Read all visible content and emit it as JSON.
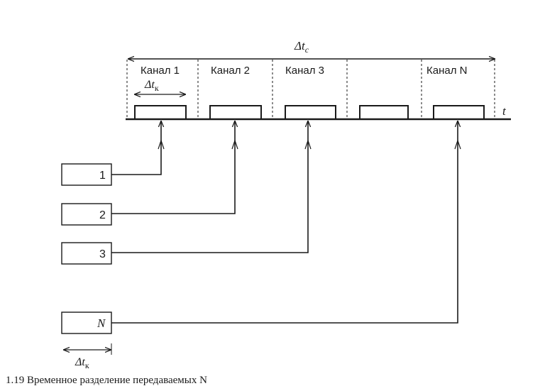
{
  "diagram": {
    "frame_label": "Δt",
    "frame_label_sub": "c",
    "slot_label": "Δt",
    "slot_label_sub": "к",
    "source_label": "Δt",
    "source_label_sub": "к",
    "time_axis_label": "t",
    "channels": [
      {
        "label": "Канал 1"
      },
      {
        "label": "Канал 2"
      },
      {
        "label": "Канал 3"
      },
      {
        "label": ""
      },
      {
        "label": "Канал N"
      }
    ],
    "sources": [
      {
        "label": "1"
      },
      {
        "label": "2"
      },
      {
        "label": "3"
      },
      {
        "label": "N"
      }
    ],
    "caption": "1.19 Временное разделение передаваемых N"
  }
}
